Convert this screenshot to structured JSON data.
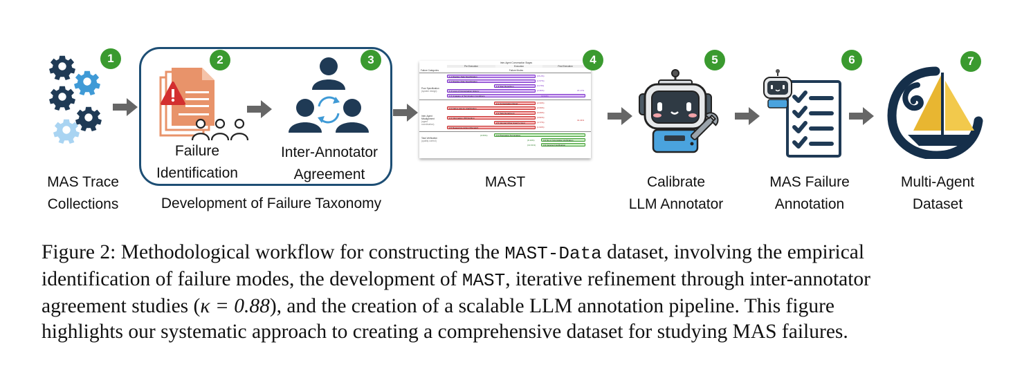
{
  "steps": [
    {
      "num": "1",
      "label_lines": [
        "MAS Trace",
        "Collections"
      ]
    },
    {
      "num": "2",
      "label_lines": [
        "Failure",
        "Identification"
      ]
    },
    {
      "num": "3",
      "label_lines": [
        "Inter-Annotator",
        "Agreement"
      ]
    },
    {
      "num": "4",
      "label_lines": [
        "MAST"
      ]
    },
    {
      "num": "5",
      "label_lines": [
        "Calibrate",
        "LLM Annotator"
      ]
    },
    {
      "num": "6",
      "label_lines": [
        "MAS Failure",
        "Annotation"
      ]
    },
    {
      "num": "7",
      "label_lines": [
        "Multi-Agent",
        "Dataset"
      ]
    }
  ],
  "group_label": "Development of Failure Taxonomy",
  "mast_table": {
    "stages_title": "Inter-Agent Conversation Stages",
    "stages": [
      "Pre Execution",
      "Execution",
      "Post Execution"
    ],
    "col_categories": "Failure Categories",
    "col_modes": "Failure Modes",
    "categories": [
      {
        "name": "Poor Specification",
        "sub": "(system design)",
        "total": "37.17%"
      },
      {
        "name": "Inter-Agent Misalignment",
        "sub": "(agent coordination)",
        "total": "31.41%"
      },
      {
        "name": "Task Verification",
        "sub": "(quality control)",
        "total": "31.41%"
      }
    ],
    "modes": [
      {
        "label": "1.1 Disobey Task Specification",
        "pct": "(15.2%)"
      },
      {
        "label": "1.2 Disobey Role Specification",
        "pct": "(1.57%)"
      },
      {
        "label": "1.3 Step Repetition",
        "pct": "(11.5%)"
      },
      {
        "label": "1.4 Loss of Conversation History",
        "pct": "(2.36%)"
      },
      {
        "label": "1.5 Unaware of Termination Conditions",
        "pct": "(6.54%)"
      },
      {
        "label": "2.1 Conversation Reset",
        "pct": "(2.33%)"
      },
      {
        "label": "2.2 Fail to Ask for Clarification",
        "pct": "(2.09%)"
      },
      {
        "label": "2.3 Task Derailment",
        "pct": "(6.09%)"
      },
      {
        "label": "2.4 Information Withholding",
        "pct": "(0.82%)"
      },
      {
        "label": "2.5 Ignored Other Agent's Input",
        "pct": "(4.77%)"
      },
      {
        "label": "2.6 Reasoning-Action Mismatch",
        "pct": "(1.93%)"
      },
      {
        "label": "3.1 Premature Termination",
        "pct": "(6.55%)"
      },
      {
        "label": "3.2 No or Incomplete Verification",
        "pct": "(8.19%)"
      },
      {
        "label": "3.3 Incorrect Verification",
        "pct": "(13.61%)"
      }
    ]
  },
  "caption": {
    "lead": "Figure 2: Methodological workflow for constructing the ",
    "code1": "MAST-Data",
    "mid1": " dataset, involving the empirical",
    "line2": "identification of failure modes, the development of ",
    "code2": "MAST",
    "line2b": ", iterative refinement through inter-annotator",
    "line3a": "agreement studies (",
    "kappa": "κ = 0.88",
    "line3b": "), and the creation of a scalable LLM annotation pipeline. This figure",
    "line4": "highlights our systematic approach to creating a comprehensive dataset for studying MAS failures."
  },
  "colors": {
    "badge": "#3a9a2f",
    "box_border": "#1d4e74",
    "arrow": "#666666",
    "icon_dark": "#1f3a55",
    "icon_blue": "#3f9ad6",
    "doc_orange": "#e8936a",
    "warn_red": "#d32f2f"
  }
}
